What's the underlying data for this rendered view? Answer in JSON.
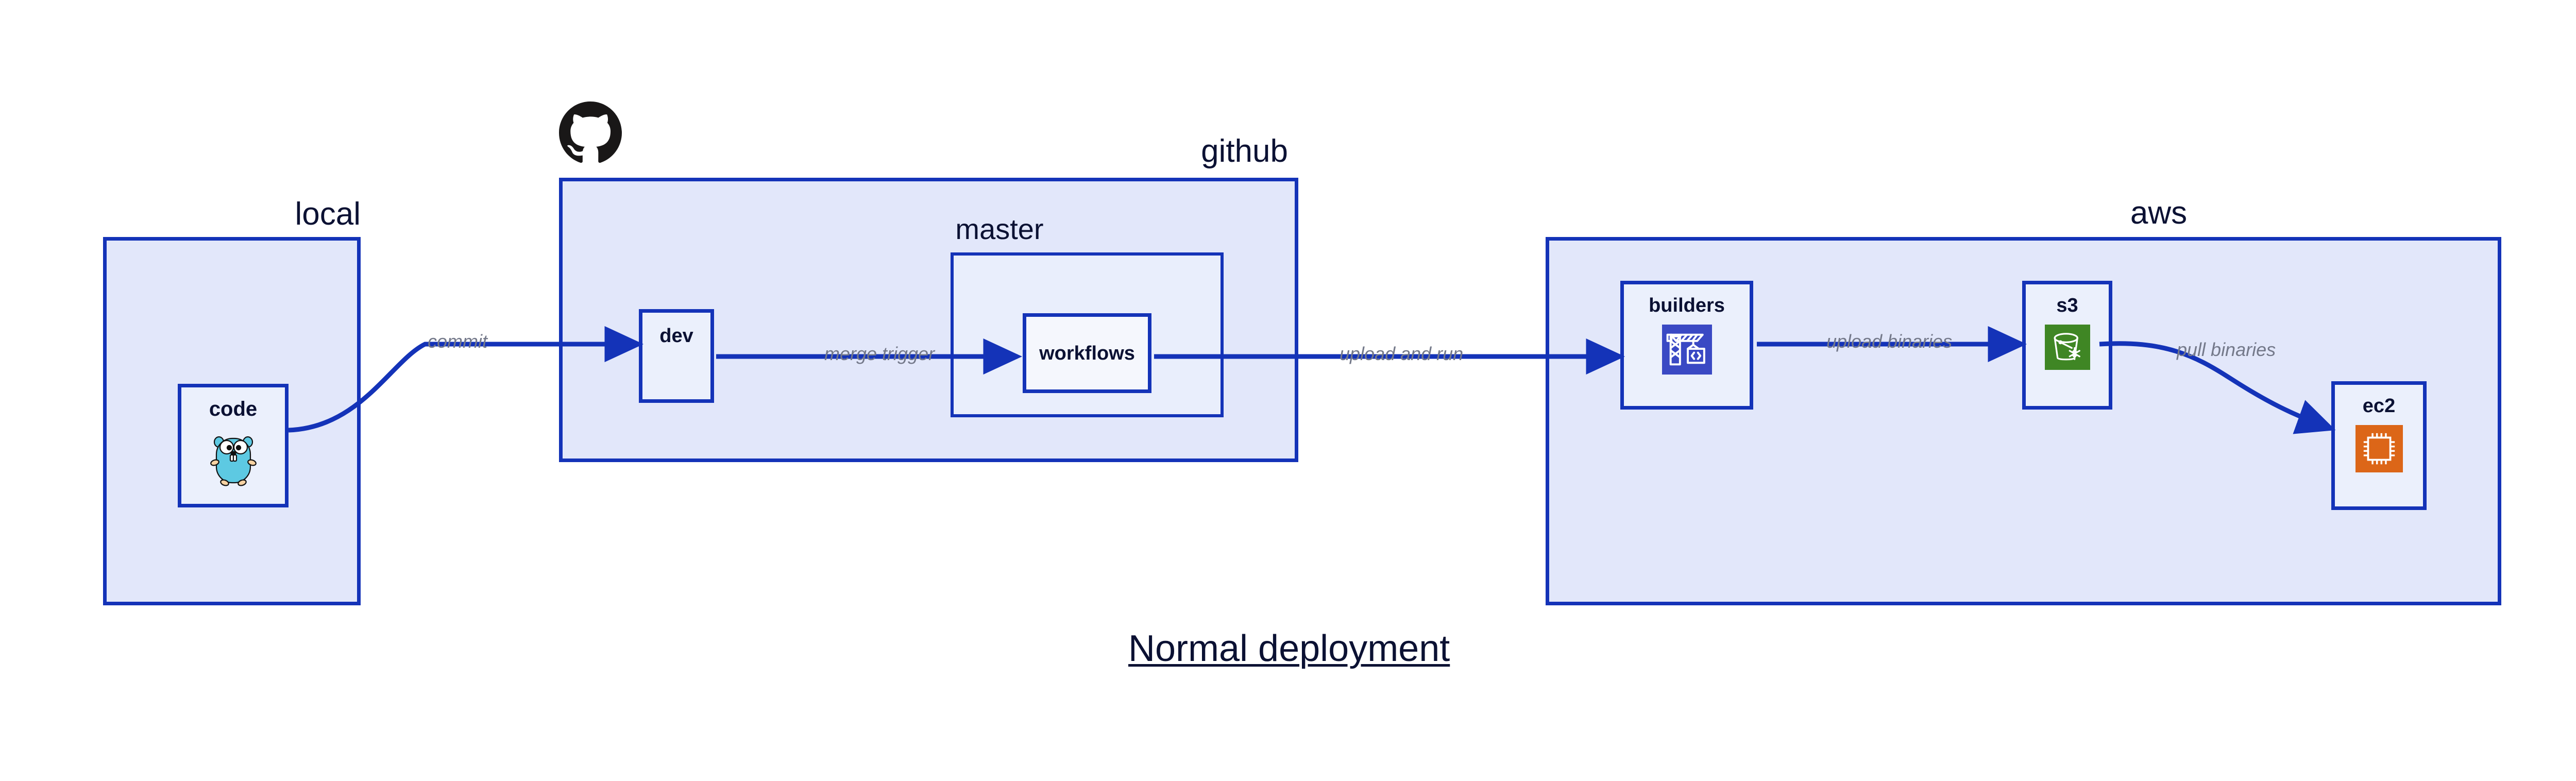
{
  "diagram": {
    "title": "Normal deployment",
    "background_color": "#ffffff",
    "accent_color": "#1433B8",
    "group_fill": "#E2E7FA",
    "node_fill": "#EBF0FC",
    "label_color": "#74798A",
    "text_color": "#0B1133"
  },
  "groups": [
    {
      "id": "local",
      "label": "local"
    },
    {
      "id": "github",
      "label": "github"
    },
    {
      "id": "master",
      "label": "master"
    },
    {
      "id": "aws",
      "label": "aws"
    }
  ],
  "nodes": [
    {
      "id": "code",
      "label": "code",
      "icon": "golang-gopher-icon",
      "group": "local"
    },
    {
      "id": "dev",
      "label": "dev",
      "icon": "none",
      "group": "github"
    },
    {
      "id": "workflows",
      "label": "workflows",
      "icon": "none",
      "group": "master"
    },
    {
      "id": "builders",
      "label": "builders",
      "icon": "aws-codebuild-icon",
      "group": "aws"
    },
    {
      "id": "s3",
      "label": "s3",
      "icon": "aws-s3-glacier-icon",
      "group": "aws"
    },
    {
      "id": "ec2",
      "label": "ec2",
      "icon": "aws-ec2-icon",
      "group": "aws"
    }
  ],
  "edges": [
    {
      "id": "commit",
      "label": "commit",
      "from": "code",
      "to": "dev"
    },
    {
      "id": "merge-trigger",
      "label": "merge trigger",
      "from": "dev",
      "to": "workflows"
    },
    {
      "id": "upload-and-run",
      "label": "upload and run",
      "from": "workflows",
      "to": "builders"
    },
    {
      "id": "upload-binaries",
      "label": "upload binaries",
      "from": "builders",
      "to": "s3"
    },
    {
      "id": "pull-binaries",
      "label": "pull binaries",
      "from": "s3",
      "to": "ec2"
    }
  ],
  "icons": {
    "github_logo": "github-octocat-icon",
    "codebuild_color": "#3A49C4",
    "s3_color": "#3F8624",
    "ec2_color": "#DC6618",
    "gopher_body_color": "#5DC9E2",
    "gopher_limb_color": "#F6D2A2",
    "github_logo_color": "#191717"
  }
}
